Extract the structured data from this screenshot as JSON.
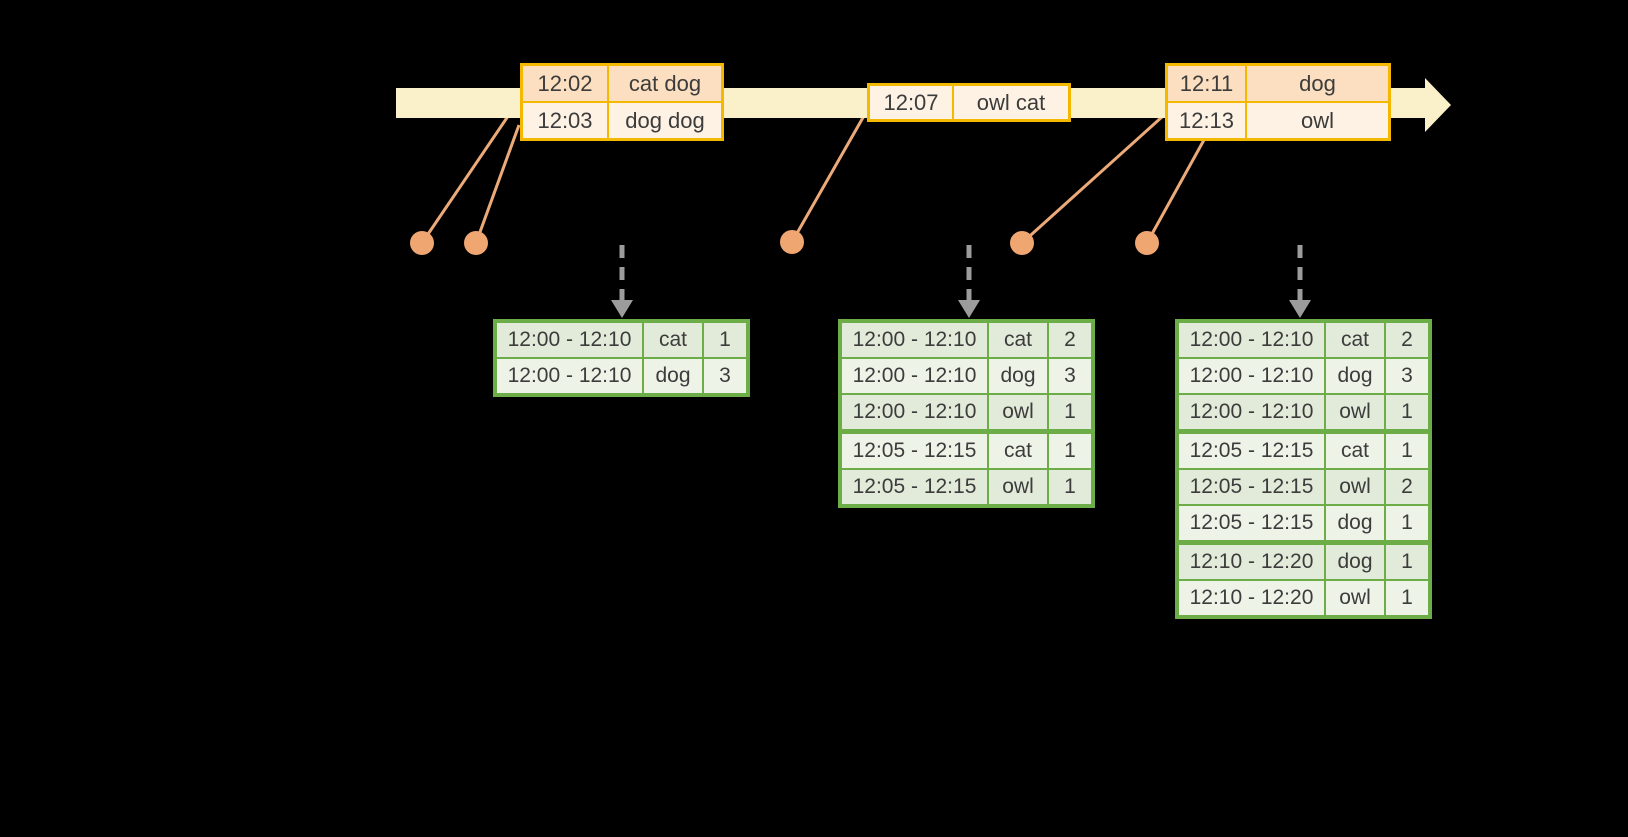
{
  "diagram": {
    "kind": "streaming windowed word-count timeline",
    "colors": {
      "background": "#000000",
      "timeline_fill": "#FAF0CA",
      "event_table_border": "#F5B800",
      "event_row_dark": "#FBDFC0",
      "event_row_light": "#FDF2E3",
      "result_table_border": "#6CAD47",
      "result_row_dark": "#E2EBD9",
      "result_row_light": "#EEF3E8",
      "dot_orange": "#EFA671",
      "connector_orange": "#EDAA79",
      "trigger_arrow_gray": "#9C9C9C",
      "text": "#3C3C3C"
    }
  },
  "event_tables": [
    {
      "rows": [
        {
          "time": "12:02",
          "words": "cat dog"
        },
        {
          "time": "12:03",
          "words": "dog dog"
        }
      ]
    },
    {
      "rows": [
        {
          "time": "12:07",
          "words": "owl cat"
        }
      ]
    },
    {
      "rows": [
        {
          "time": "12:11",
          "words": "dog"
        },
        {
          "time": "12:13",
          "words": "owl"
        }
      ]
    }
  ],
  "result_tables": [
    {
      "group_sizes": [
        2
      ],
      "rows": [
        {
          "window": "12:00 - 12:10",
          "word": "cat",
          "count": "1"
        },
        {
          "window": "12:00 - 12:10",
          "word": "dog",
          "count": "3"
        }
      ]
    },
    {
      "group_sizes": [
        3,
        2
      ],
      "rows": [
        {
          "window": "12:00 - 12:10",
          "word": "cat",
          "count": "2"
        },
        {
          "window": "12:00 - 12:10",
          "word": "dog",
          "count": "3"
        },
        {
          "window": "12:00 - 12:10",
          "word": "owl",
          "count": "1"
        },
        {
          "window": "12:05 - 12:15",
          "word": "cat",
          "count": "1"
        },
        {
          "window": "12:05 - 12:15",
          "word": "owl",
          "count": "1"
        }
      ]
    },
    {
      "group_sizes": [
        3,
        3,
        2
      ],
      "rows": [
        {
          "window": "12:00 - 12:10",
          "word": "cat",
          "count": "2"
        },
        {
          "window": "12:00 - 12:10",
          "word": "dog",
          "count": "3"
        },
        {
          "window": "12:00 - 12:10",
          "word": "owl",
          "count": "1"
        },
        {
          "window": "12:05 - 12:15",
          "word": "cat",
          "count": "1"
        },
        {
          "window": "12:05 - 12:15",
          "word": "owl",
          "count": "2"
        },
        {
          "window": "12:05 - 12:15",
          "word": "dog",
          "count": "1"
        },
        {
          "window": "12:10 - 12:20",
          "word": "dog",
          "count": "1"
        },
        {
          "window": "12:10 - 12:20",
          "word": "owl",
          "count": "1"
        }
      ]
    }
  ]
}
